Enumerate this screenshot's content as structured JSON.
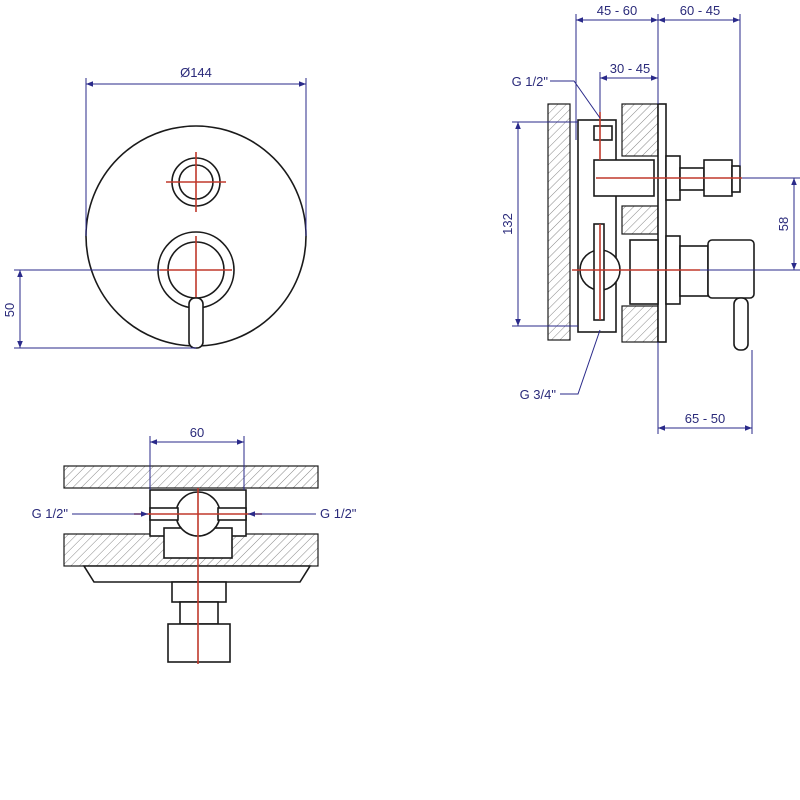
{
  "front_view": {
    "diameter_label": "Ø144",
    "height_label": "50"
  },
  "side_view": {
    "top_left_label": "45 - 60",
    "top_right_label": "60 - 45",
    "inner_label": "30 - 45",
    "inlet_top_label": "G 1/2\"",
    "height_label": "132",
    "offset_label": "58",
    "inlet_bottom_label": "G 3/4\"",
    "bottom_label": "65 - 50"
  },
  "plan_view": {
    "width_label": "60",
    "left_inlet_label": "G 1/2\"",
    "right_inlet_label": "G 1/2\""
  }
}
